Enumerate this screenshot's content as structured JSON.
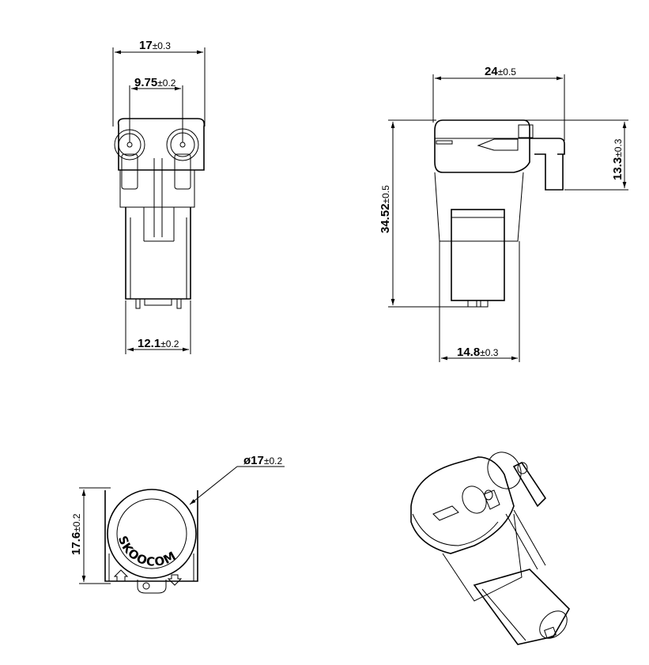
{
  "dimensions": {
    "front_width": {
      "value": "17",
      "tol": "±0.3"
    },
    "front_spacing": {
      "value": "9.75",
      "tol": "±0.2"
    },
    "front_base": {
      "value": "12.1",
      "tol": "±0.2"
    },
    "side_width": {
      "value": "24",
      "tol": "±0.5"
    },
    "side_height": {
      "value": "34.52",
      "tol": "±0.5"
    },
    "side_outlet": {
      "value": "13.3",
      "tol": "±0.3"
    },
    "side_base": {
      "value": "14.8",
      "tol": "±0.3"
    },
    "bottom_height": {
      "value": "17.6",
      "tol": "±0.2"
    },
    "bottom_diameter": {
      "value": "ø17",
      "tol": "±0.2"
    }
  },
  "brand": "SKOOCOM"
}
